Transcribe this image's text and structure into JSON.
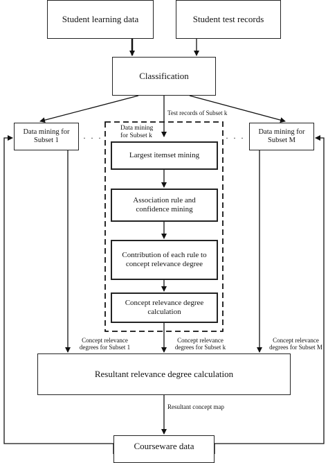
{
  "top_boxes": {
    "learning": "Student learning data",
    "test": "Student test records"
  },
  "classification": "Classification",
  "test_records_label": "Test records of Subset k",
  "subset1_box": "Data mining for Subset 1",
  "subsetk_box": "Data mining for Subset k",
  "subsetM_box": "Data mining for Subset M",
  "dots_left": "· · ·",
  "dots_right": "· · ·",
  "steps": [
    "Largest itemset mining",
    "Association rule and confidence mining",
    "Contribution of each rule to concept relevance degree",
    "Concept relevance degree calculation"
  ],
  "relevance_labels": {
    "subset1": "Concept relevance degrees for Subset 1",
    "subsetk": "Concept relevance degrees for Subset k",
    "subsetM": "Concept relevance degrees for Subset M"
  },
  "resultant": "Resultant relevance degree calculation",
  "concept_map_label": "Resultant concept map",
  "courseware": "Courseware data"
}
